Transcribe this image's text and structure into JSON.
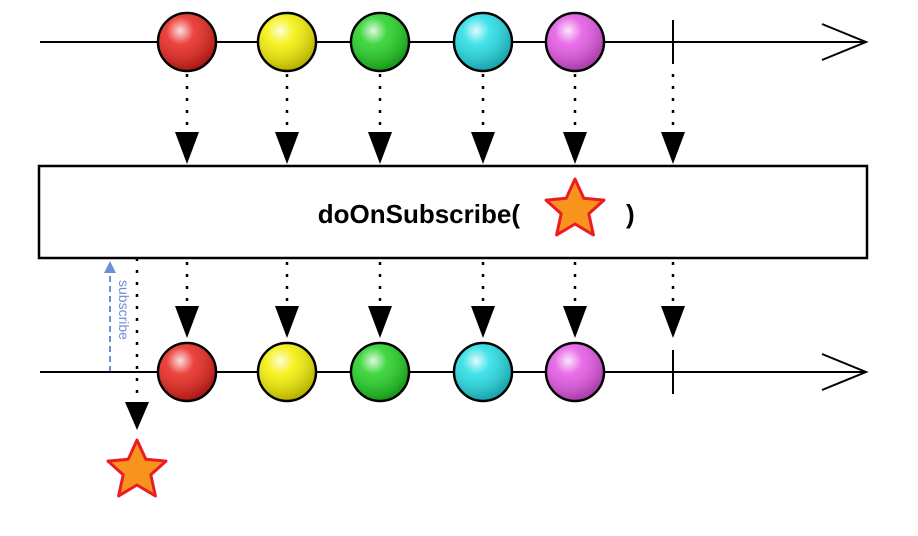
{
  "operator": {
    "name": "doOnSubscribe(",
    "close_paren": ")"
  },
  "annotations": {
    "subscribe": "subscribe"
  },
  "colors": {
    "line": "#000000",
    "star_fill": "#f7941d",
    "star_stroke": "#ed1c24",
    "subscribe_arrow": "#6a8fd8"
  },
  "source_stream": {
    "items": [
      {
        "name": "red",
        "color": "#e8231c"
      },
      {
        "name": "yellow",
        "color": "#f5f000"
      },
      {
        "name": "green",
        "color": "#22d022"
      },
      {
        "name": "cyan",
        "color": "#22dde6"
      },
      {
        "name": "magenta",
        "color": "#e555e5"
      }
    ],
    "completes": true
  },
  "result_stream": {
    "items": [
      {
        "name": "red",
        "color": "#e8231c"
      },
      {
        "name": "yellow",
        "color": "#f5f000"
      },
      {
        "name": "green",
        "color": "#22d022"
      },
      {
        "name": "cyan",
        "color": "#22dde6"
      },
      {
        "name": "magenta",
        "color": "#e555e5"
      }
    ],
    "completes": true
  },
  "side_effect": {
    "icon": "star-icon"
  }
}
